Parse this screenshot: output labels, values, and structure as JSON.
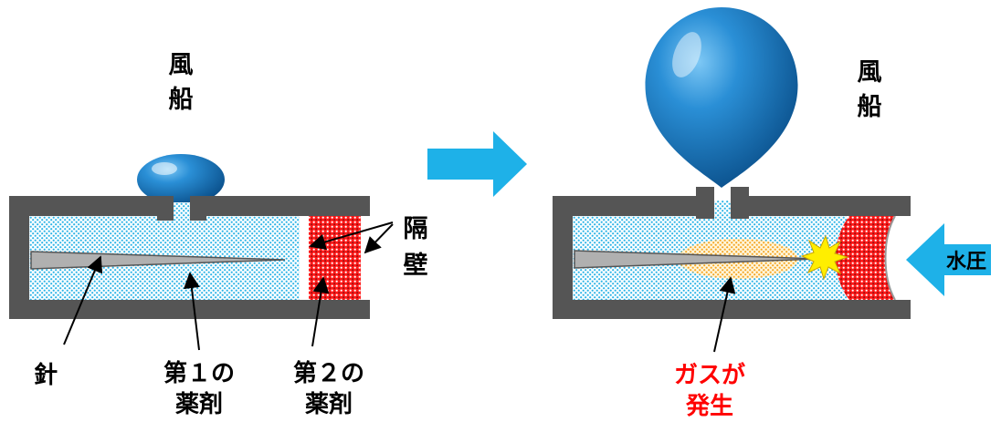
{
  "left": {
    "balloon_label": [
      "風",
      "船"
    ],
    "needle_label": "針",
    "agent1_label": [
      "第１の",
      "薬剤"
    ],
    "agent2_label": [
      "第２の",
      "薬剤"
    ],
    "partition_label": [
      "隔",
      "壁"
    ]
  },
  "right": {
    "balloon_label": [
      "風",
      "船"
    ],
    "water_pressure_label": "水圧",
    "gas_label": [
      "ガスが",
      "発生"
    ]
  },
  "colors": {
    "wall": "#555555",
    "agent1_dots": "#2ab3e6",
    "agent2_fill": "#e8232a",
    "balloon": "#1a7fc4",
    "arrow": "#1eb1e8",
    "gas": "#f5a623",
    "spark": "#ffee00",
    "gas_text": "#ff0000"
  }
}
